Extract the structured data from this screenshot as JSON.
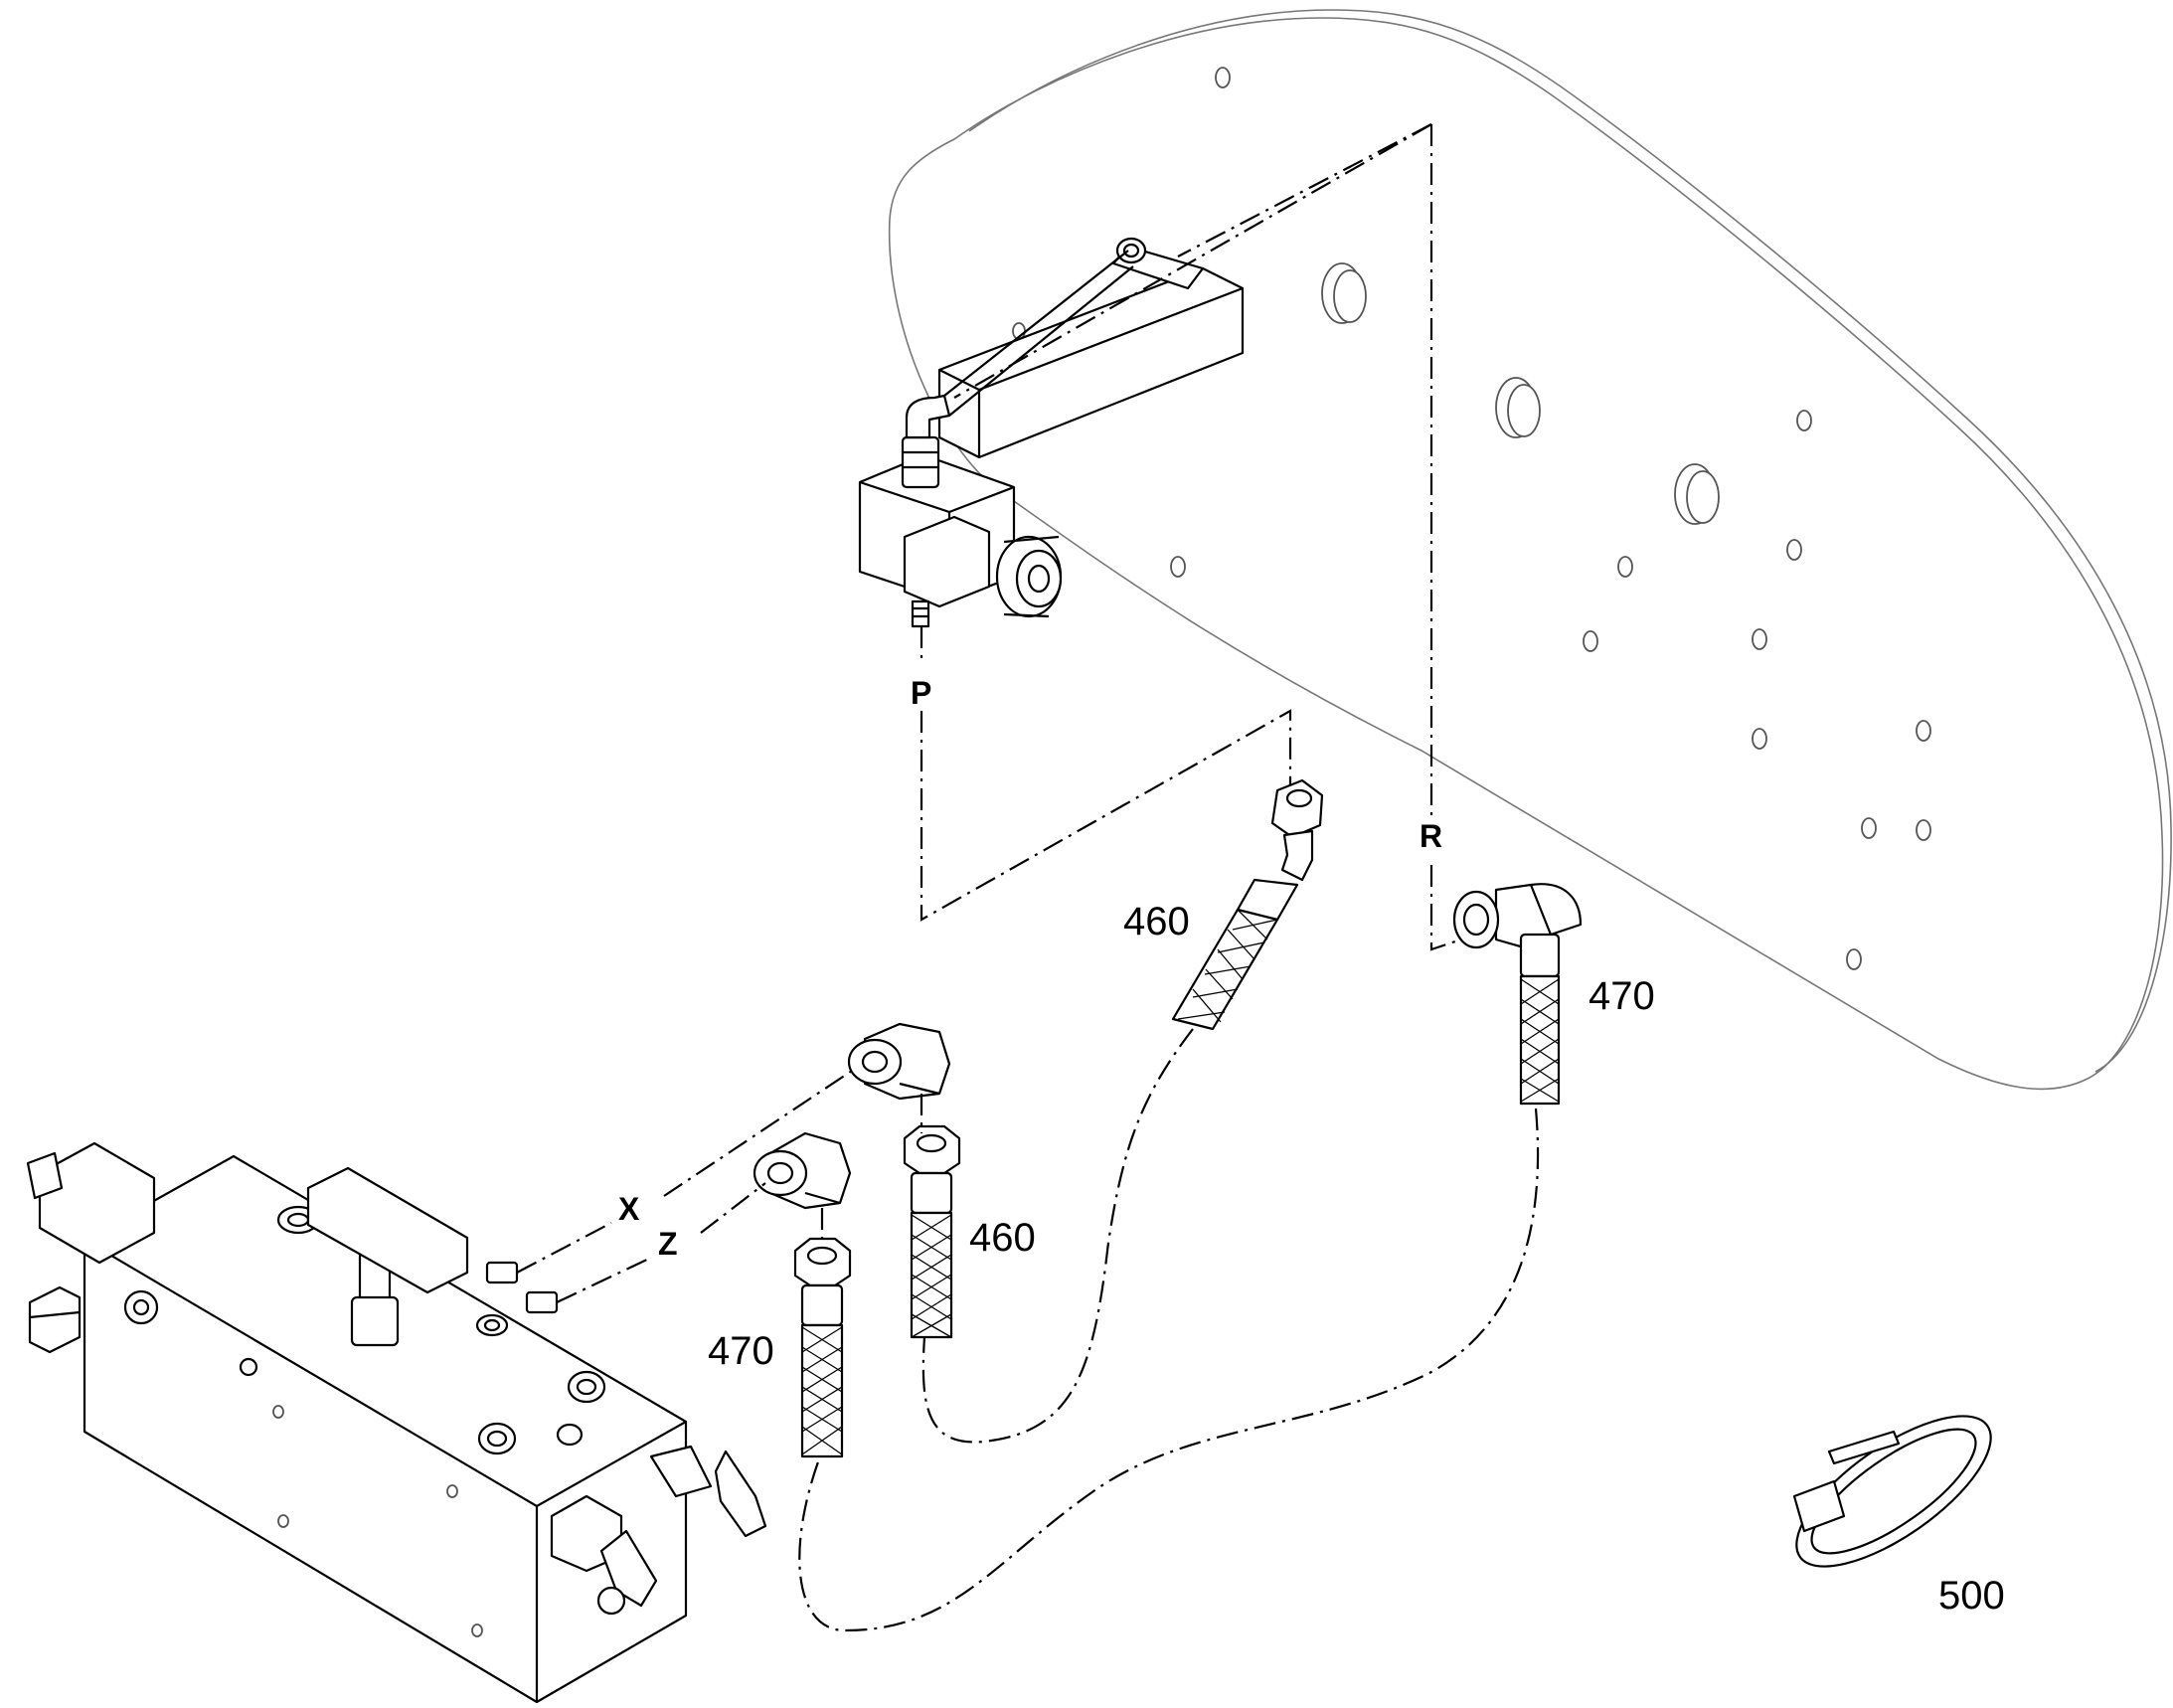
{
  "parts": {
    "hose_460_upper": "460",
    "hose_470_upper": "470",
    "hose_460_lower": "460",
    "hose_470_lower": "470",
    "clamp_500": "500"
  },
  "ports": {
    "p": "P",
    "r": "R",
    "x": "X",
    "z": "Z"
  }
}
